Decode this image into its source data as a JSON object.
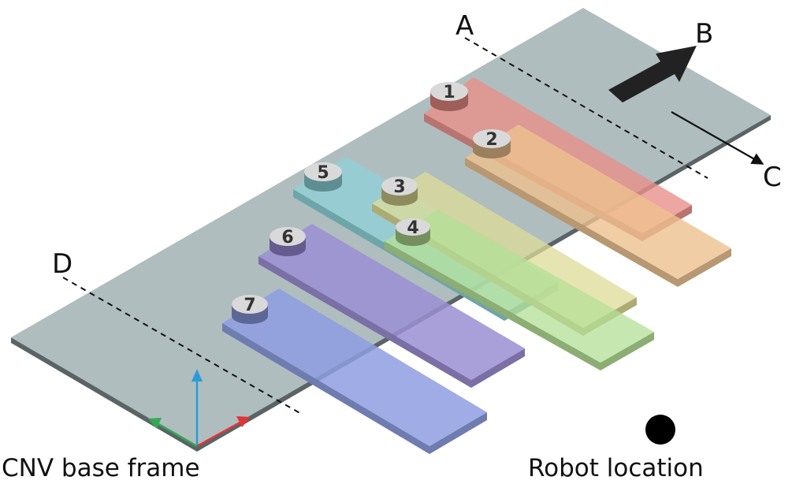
{
  "labels": {
    "A": "A",
    "B": "B",
    "C": "C",
    "D": "D",
    "base_frame_caption": "CNV base frame",
    "robot_caption": "Robot location"
  },
  "plates": [
    {
      "number": "1",
      "color": "#e8908a"
    },
    {
      "number": "2",
      "color": "#edc08e"
    },
    {
      "number": "3",
      "color": "#dedc98"
    },
    {
      "number": "4",
      "color": "#b4df95"
    },
    {
      "number": "5",
      "color": "#8fd3d8"
    },
    {
      "number": "6",
      "color": "#9a8fd2"
    },
    {
      "number": "7",
      "color": "#8e9ee0"
    }
  ],
  "colors": {
    "conveyor": "#a6b6b8",
    "axis_x": "#e0353a",
    "axis_y": "#33a853",
    "axis_z": "#2c9ad8",
    "arrow": "#222222",
    "robot": "#000000"
  }
}
